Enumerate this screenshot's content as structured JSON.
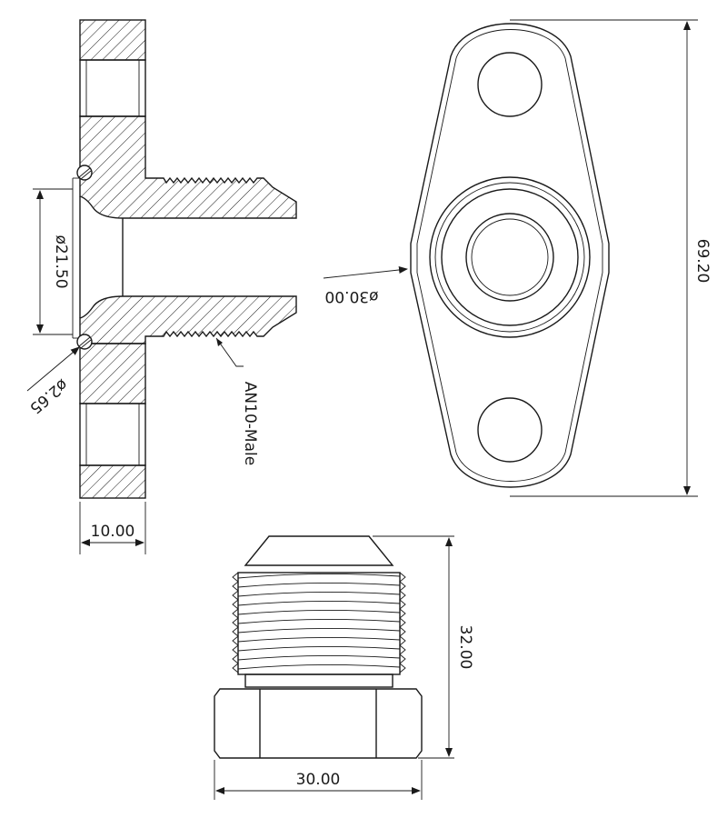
{
  "dimensions": {
    "flange_thickness": "10.00",
    "bore_diameter": "ø21.50",
    "oring_diameter": "ø2.65",
    "thread_callout": "AN10-Male",
    "boss_diameter": "ø30.00",
    "flange_length": "69.20",
    "fitting_height": "32.00",
    "hex_width": "30.00"
  },
  "views": [
    "section-view",
    "top-view",
    "side-view"
  ]
}
